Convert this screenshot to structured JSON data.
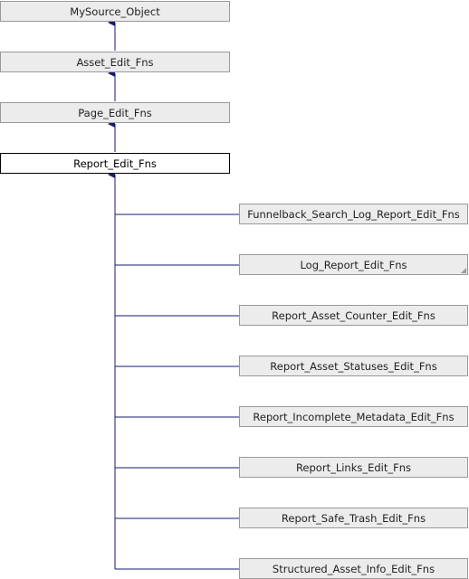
{
  "colors": {
    "edge": "#191970",
    "node_fill": "#ececec",
    "node_border": "#999999",
    "current_fill": "#ffffff",
    "current_border": "#000000"
  },
  "diagram": {
    "ancestors": [
      {
        "label": "MySource_Object"
      },
      {
        "label": "Asset_Edit_Fns"
      },
      {
        "label": "Page_Edit_Fns"
      }
    ],
    "current": {
      "label": "Report_Edit_Fns"
    },
    "children": [
      {
        "label": "Funnelback_Search_Log_Report_Edit_Fns"
      },
      {
        "label": "Log_Report_Edit_Fns",
        "has_more": true
      },
      {
        "label": "Report_Asset_Counter_Edit_Fns"
      },
      {
        "label": "Report_Asset_Statuses_Edit_Fns"
      },
      {
        "label": "Report_Incomplete_Metadata_Edit_Fns"
      },
      {
        "label": "Report_Links_Edit_Fns"
      },
      {
        "label": "Report_Safe_Trash_Edit_Fns"
      },
      {
        "label": "Structured_Asset_Info_Edit_Fns"
      }
    ]
  }
}
